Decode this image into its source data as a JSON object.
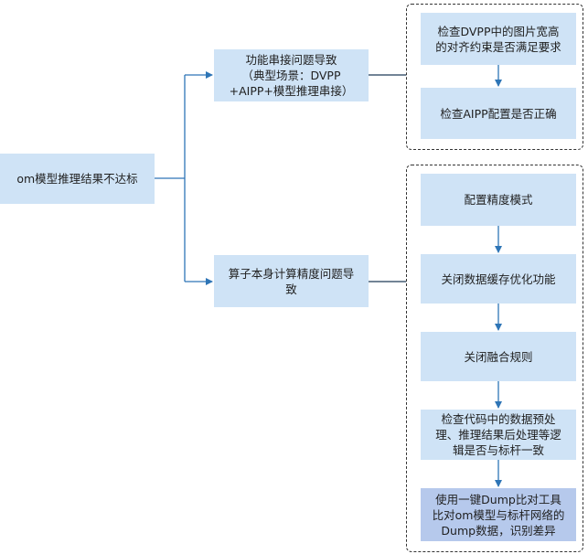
{
  "root": {
    "label": "om模型推理结果不达标"
  },
  "branch_top": {
    "label": "功能串接问题导致\n（典型场景：DVPP\n+AIPP+模型推理串接）"
  },
  "branch_bottom": {
    "label": "算子本身计算精度问题导\n致"
  },
  "group_top": {
    "steps": [
      "检查DVPP中的图片宽高\n的对齐约束是否满足要求",
      "检查AIPP配置是否正确"
    ]
  },
  "group_bottom": {
    "steps": [
      "配置精度模式",
      "关闭数据缓存优化功能",
      "关闭融合规则",
      "检查代码中的数据预处\n理、推理结果后处理等逻\n辑是否与标杆一致",
      "使用一键Dump比对工具\n比对om模型与标杆网络的\nDump数据，识别差异"
    ]
  },
  "colors": {
    "box": "#cfe3f6",
    "highlight_box": "#b6c9ec",
    "line": "#2e75b6"
  }
}
